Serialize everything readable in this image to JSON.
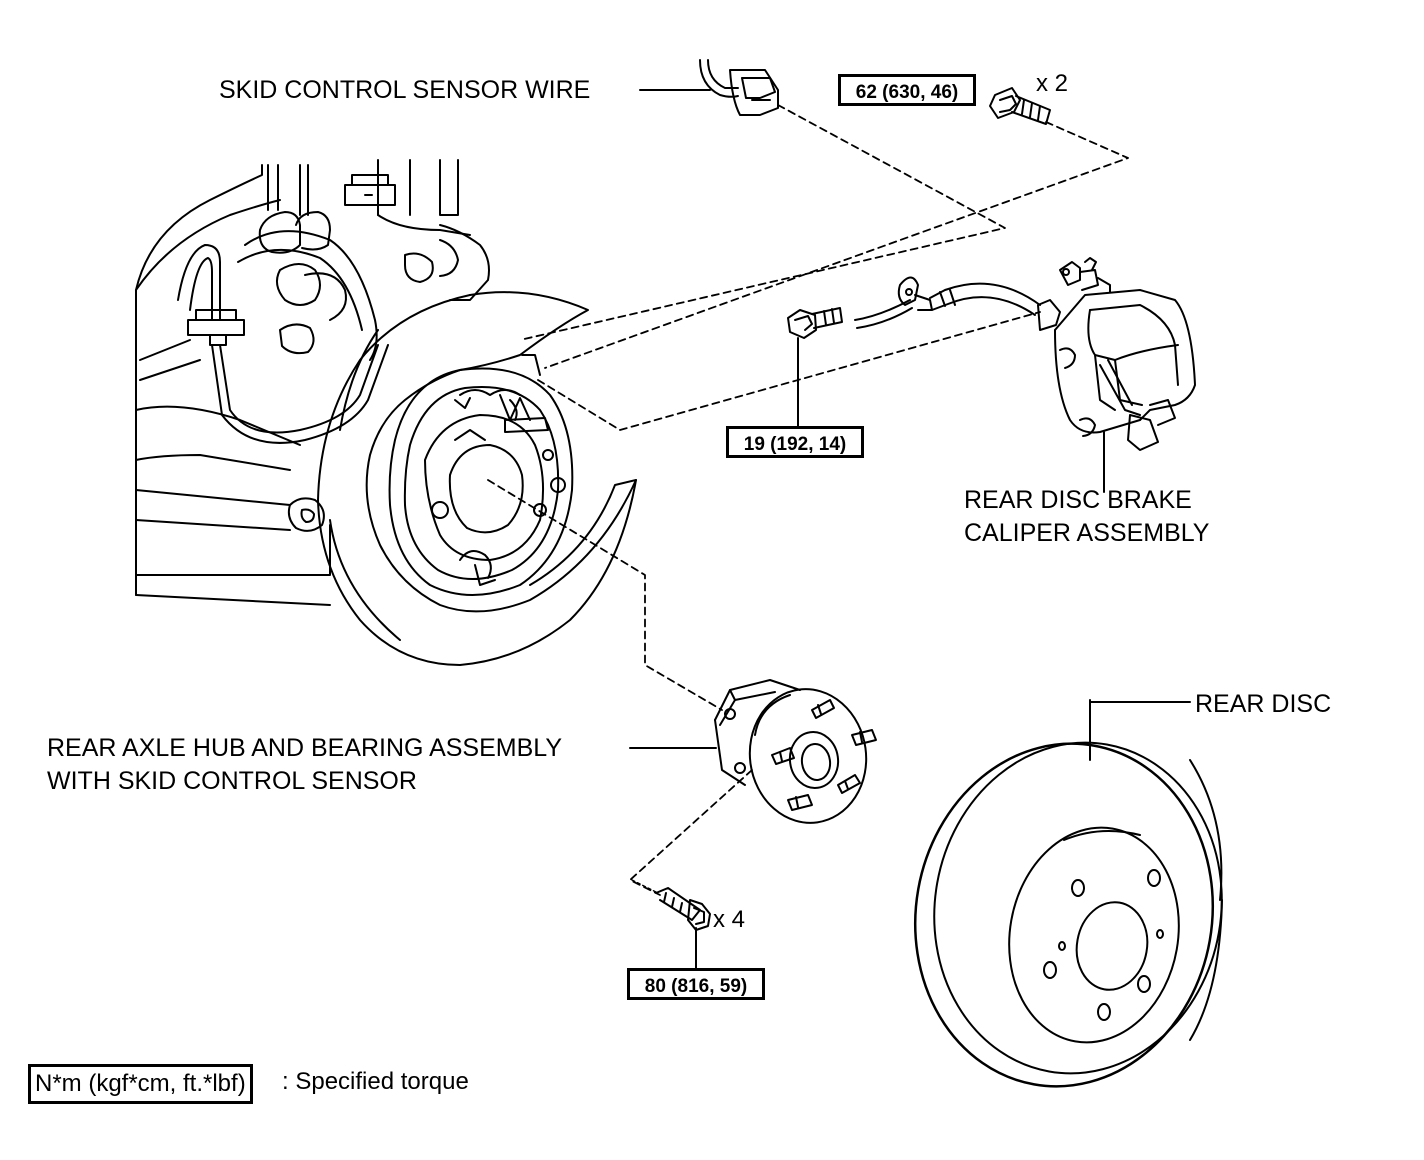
{
  "labels": {
    "skid_sensor_wire": "SKID CONTROL SENSOR WIRE",
    "caliper_line1": "REAR DISC BRAKE",
    "caliper_line2": "CALIPER ASSEMBLY",
    "hub_line1": "REAR AXLE HUB AND BEARING ASSEMBLY",
    "hub_line2": "WITH SKID CONTROL SENSOR",
    "rear_disc": "REAR DISC"
  },
  "torques": {
    "caliper_bolts": "62 (630, 46)",
    "sensor_bolt": "19 (192, 14)",
    "hub_bolts": "80 (816, 59)"
  },
  "quantities": {
    "caliper_bolts": "x 2",
    "hub_bolts": "x 4"
  },
  "legend": {
    "unit_box": "N*m (kgf*cm, ft.*lbf)",
    "description": ": Specified torque"
  }
}
